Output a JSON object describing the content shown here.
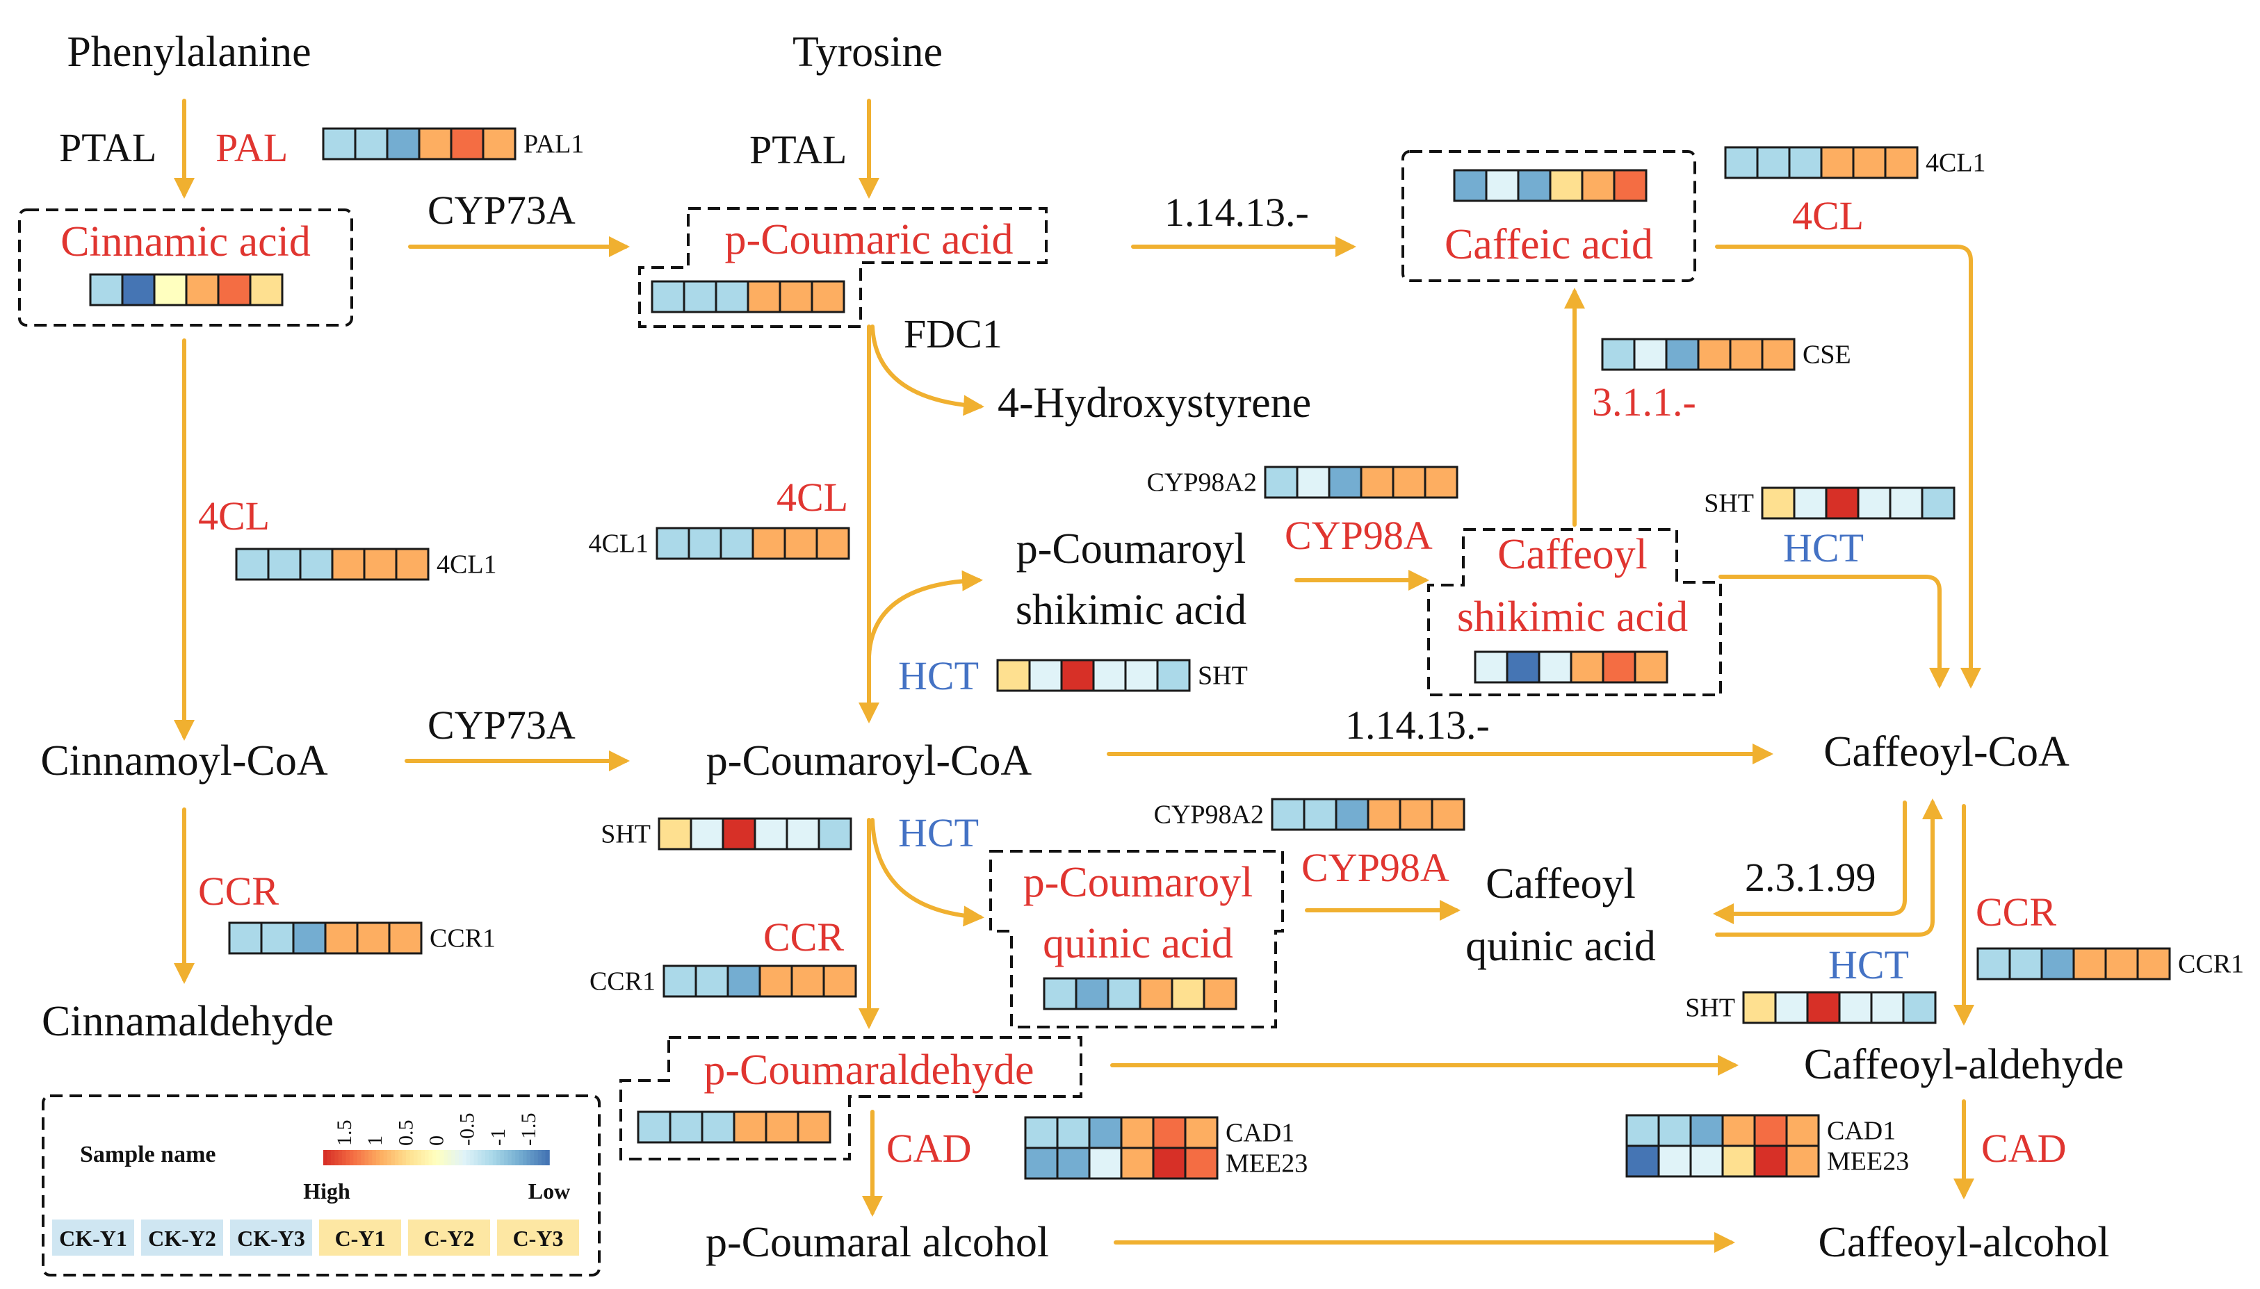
{
  "colors": {
    "arrow": "#f0b030",
    "red": "#e03530",
    "blue": "#4472c4",
    "black": "#111111",
    "scale": [
      "#d73027",
      "#f46d43",
      "#fdae61",
      "#fee090",
      "#ffffbf",
      "#e0f3f8",
      "#abd9e9",
      "#74add1",
      "#4575b4"
    ]
  },
  "compounds": {
    "phenylalanine": "Phenylalanine",
    "tyrosine": "Tyrosine",
    "cinnamic_acid": "Cinnamic acid",
    "p_coumaric_acid": "p-Coumaric acid",
    "caffeic_acid": "Caffeic acid",
    "hydroxystyrene": "4-Hydroxystyrene",
    "p_coumaroyl_shikimic_1": "p-Coumaroyl",
    "p_coumaroyl_shikimic_2": "shikimic acid",
    "caffeoyl_shikimic_1": "Caffeoyl",
    "caffeoyl_shikimic_2": "shikimic acid",
    "cinnamoyl_coa": "Cinnamoyl-CoA",
    "p_coumaroyl_coa": "p-Coumaroyl-CoA",
    "caffeoyl_coa": "Caffeoyl-CoA",
    "p_coumaroyl_quinic_1": "p-Coumaroyl",
    "p_coumaroyl_quinic_2": "quinic acid",
    "caffeoyl_quinic_1": "Caffeoyl",
    "caffeoyl_quinic_2": "quinic acid",
    "cinnamaldehyde": "Cinnamaldehyde",
    "p_coumaraldehyde": "p-Coumaraldehyde",
    "caffeoyl_aldehyde": "Caffeoyl-aldehyde",
    "p_coumaral_alcohol": "p-Coumaral alcohol",
    "caffeoyl_alcohol": "Caffeoyl-alcohol"
  },
  "enzymes": {
    "ptal_left": "PTAL",
    "pal": "PAL",
    "ptal_right": "PTAL",
    "cyp73a_top": "CYP73A",
    "ec_1_14_13_top": "1.14.13.-",
    "fdc1": "FDC1",
    "cl4_top_right": "4CL",
    "cse_ec": "3.1.1.-",
    "cl4_left": "4CL",
    "cl4_mid": "4CL",
    "cyp98a_top": "CYP98A",
    "hct_right_top": "HCT",
    "hct_mid": "HCT",
    "cyp73a_bottom": "CYP73A",
    "ec_1_14_13_bottom": "1.14.13.-",
    "hct_low": "HCT",
    "cyp98a_low": "CYP98A",
    "ec_2_3_1_99": "2.3.1.99",
    "ccr_left": "CCR",
    "ccr_mid": "CCR",
    "ccr_right": "CCR",
    "hct_right_low": "HCT",
    "cad_mid": "CAD",
    "cad_right": "CAD"
  },
  "heatmaps": [
    {
      "id": "pal1",
      "label": "PAL1",
      "rows": [
        [
          6,
          6,
          7,
          2,
          1,
          2
        ]
      ]
    },
    {
      "id": "cinnamic",
      "label": "",
      "rows": [
        [
          6,
          8,
          4,
          2,
          1,
          3
        ]
      ]
    },
    {
      "id": "pcoumaric",
      "label": "",
      "rows": [
        [
          6,
          6,
          6,
          2,
          2,
          2
        ]
      ]
    },
    {
      "id": "caffeic",
      "label": "",
      "rows": [
        [
          7,
          5,
          7,
          3,
          2,
          1
        ]
      ]
    },
    {
      "id": "cl4_top",
      "label": "4CL1",
      "rows": [
        [
          6,
          6,
          6,
          2,
          2,
          2
        ]
      ]
    },
    {
      "id": "cse",
      "label": "CSE",
      "rows": [
        [
          6,
          5,
          7,
          2,
          2,
          2
        ]
      ]
    },
    {
      "id": "cl4_left",
      "label": "4CL1",
      "rows": [
        [
          6,
          6,
          6,
          2,
          2,
          2
        ]
      ]
    },
    {
      "id": "cl4_mid",
      "label": "4CL1",
      "rows": [
        [
          6,
          6,
          6,
          2,
          2,
          2
        ]
      ]
    },
    {
      "id": "cyp98a2_top",
      "label": "CYP98A2",
      "rows": [
        [
          6,
          5,
          7,
          2,
          2,
          2
        ]
      ]
    },
    {
      "id": "sht_right_top",
      "label": "SHT",
      "rows": [
        [
          3,
          5,
          0,
          5,
          5,
          6
        ]
      ]
    },
    {
      "id": "caffeoyl_shik",
      "label": "",
      "rows": [
        [
          5,
          8,
          5,
          2,
          1,
          2
        ]
      ]
    },
    {
      "id": "sht_mid",
      "label": "SHT",
      "rows": [
        [
          3,
          5,
          0,
          5,
          5,
          6
        ]
      ]
    },
    {
      "id": "sht_low",
      "label": "SHT",
      "rows": [
        [
          3,
          5,
          0,
          5,
          5,
          6
        ]
      ]
    },
    {
      "id": "cyp98a2_low",
      "label": "CYP98A2",
      "rows": [
        [
          6,
          6,
          7,
          2,
          2,
          2
        ]
      ]
    },
    {
      "id": "ccr1_left",
      "label": "CCR1",
      "rows": [
        [
          6,
          6,
          7,
          2,
          2,
          2
        ]
      ]
    },
    {
      "id": "ccr1_mid",
      "label": "CCR1",
      "rows": [
        [
          6,
          6,
          7,
          2,
          2,
          2
        ]
      ]
    },
    {
      "id": "ccr1_right",
      "label": "CCR1",
      "rows": [
        [
          6,
          6,
          7,
          2,
          2,
          2
        ]
      ]
    },
    {
      "id": "pcq",
      "label": "",
      "rows": [
        [
          6,
          7,
          6,
          2,
          3,
          2
        ]
      ]
    },
    {
      "id": "sht_right_low",
      "label": "SHT",
      "rows": [
        [
          3,
          5,
          0,
          5,
          5,
          6
        ]
      ]
    },
    {
      "id": "pcoumaraldehyde",
      "label": "",
      "rows": [
        [
          6,
          6,
          6,
          2,
          2,
          2
        ]
      ]
    },
    {
      "id": "cad_mid",
      "label": "CAD1|MEE23",
      "rows": [
        [
          6,
          6,
          7,
          2,
          1,
          2
        ],
        [
          7,
          7,
          5,
          2,
          0,
          1
        ]
      ]
    },
    {
      "id": "cad_right",
      "label": "CAD1|MEE23",
      "rows": [
        [
          6,
          6,
          7,
          2,
          1,
          2
        ],
        [
          8,
          5,
          5,
          3,
          0,
          2
        ]
      ]
    }
  ],
  "legend": {
    "sample_name": "Sample name",
    "ticks": [
      "1.5",
      "1",
      "0.5",
      "0",
      "-0.5",
      "-1",
      "-1.5"
    ],
    "high": "High",
    "low": "Low",
    "samples": [
      "CK-Y1",
      "CK-Y2",
      "CK-Y3",
      "C-Y1",
      "C-Y2",
      "C-Y3"
    ],
    "sample_colors": [
      "#cfe6f2",
      "#cfe6f2",
      "#cfe6f2",
      "#fde7a3",
      "#fde7a3",
      "#fde7a3"
    ]
  }
}
